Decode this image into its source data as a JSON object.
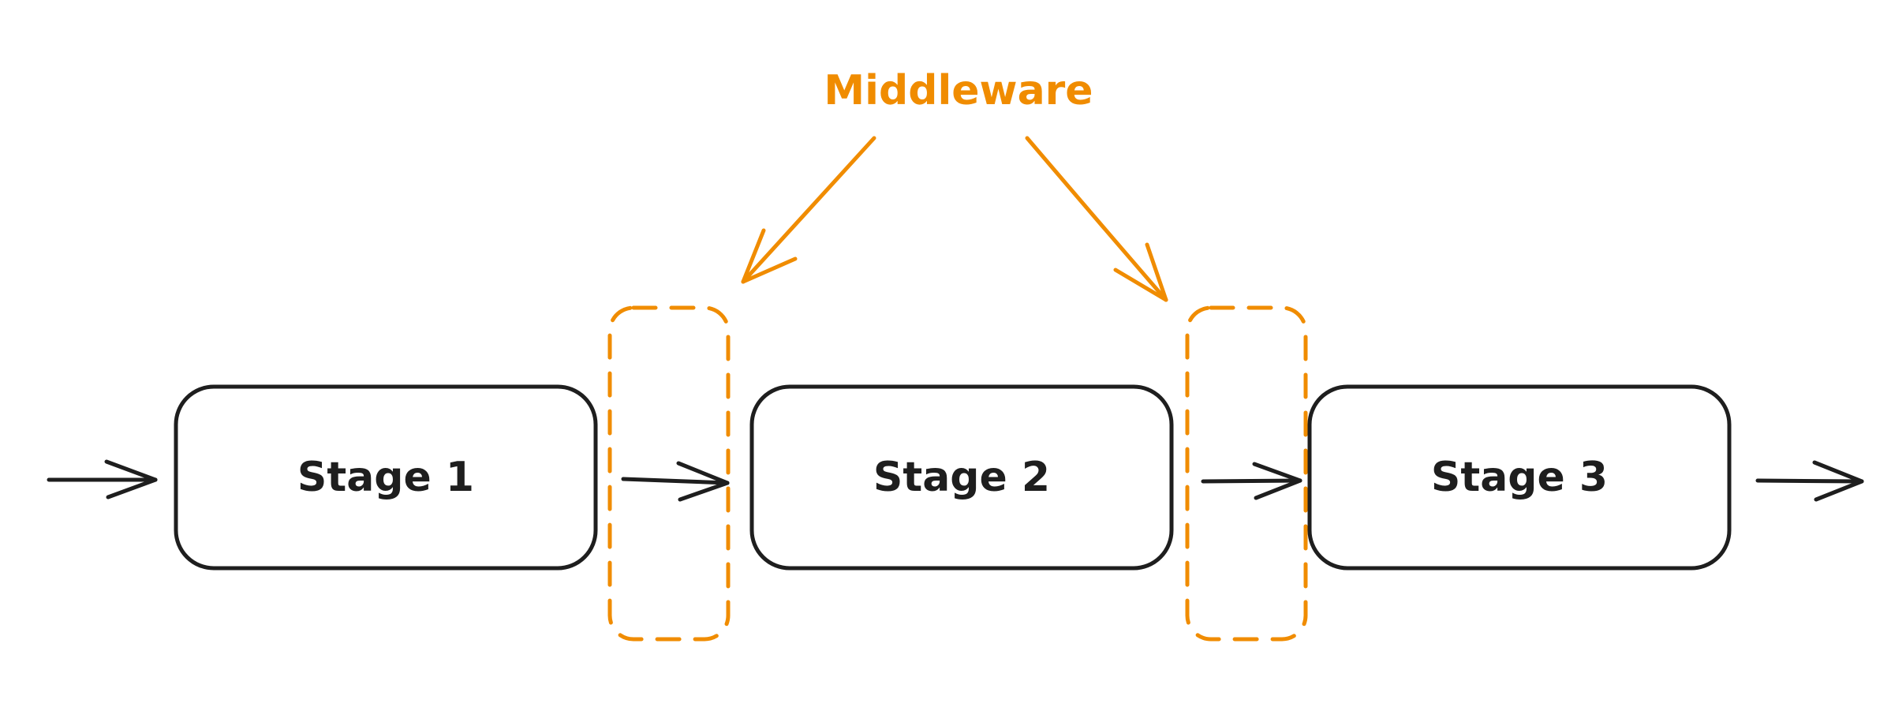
{
  "title": "Middleware",
  "stages": [
    {
      "label": "Stage 1"
    },
    {
      "label": "Stage 2"
    },
    {
      "label": "Stage 3"
    }
  ],
  "colors": {
    "ink": "#1e1e1e",
    "accent": "#f08c00",
    "background": "#ffffff"
  }
}
